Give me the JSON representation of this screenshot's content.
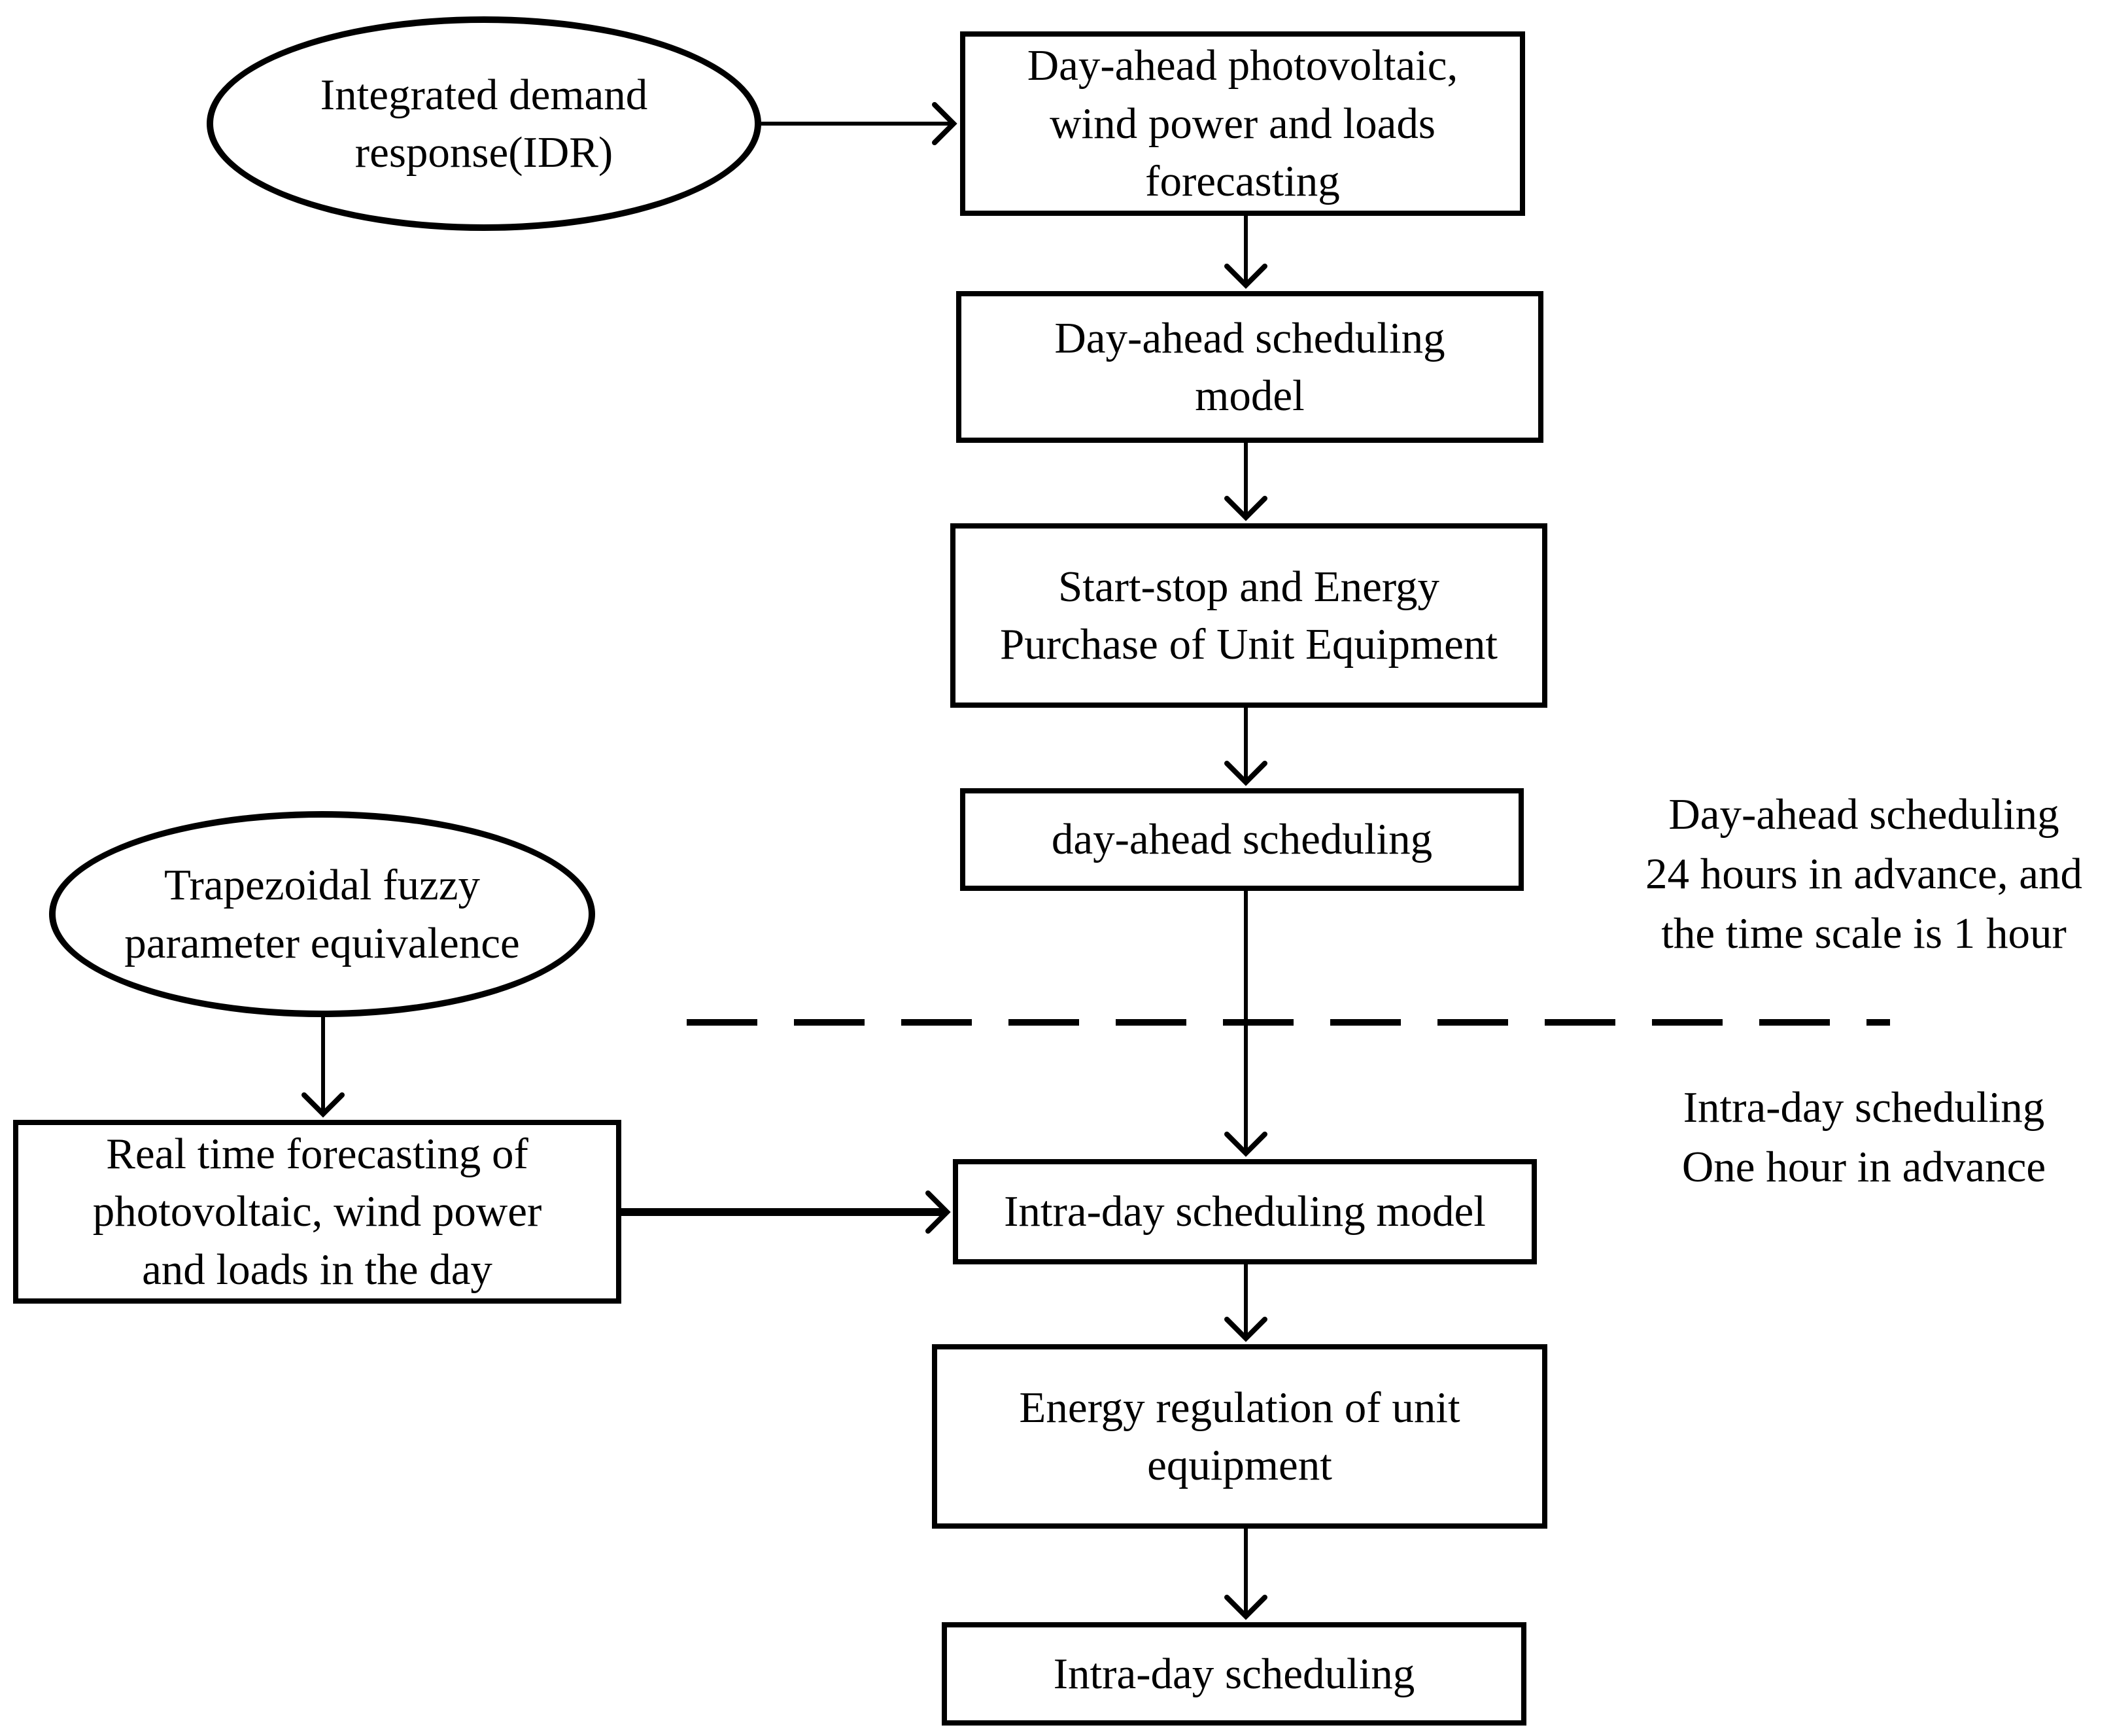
{
  "figure": {
    "type": "flowchart",
    "background_color": "#ffffff",
    "stroke_color": "#000000"
  },
  "nodes": {
    "idr": {
      "shape": "ellipse",
      "lines": [
        "Integrated demand",
        "response(IDR)"
      ]
    },
    "forecasting": {
      "shape": "rect",
      "lines": [
        "Day-ahead photovoltaic,",
        "wind power and loads",
        "forecasting"
      ]
    },
    "da_model": {
      "shape": "rect",
      "lines": [
        "Day-ahead scheduling",
        "model"
      ]
    },
    "startstop": {
      "shape": "rect",
      "lines": [
        "Start-stop and Energy",
        "Purchase of Unit Equipment"
      ]
    },
    "da_scheduling": {
      "shape": "rect",
      "lines": [
        "day-ahead scheduling"
      ]
    },
    "fuzzy": {
      "shape": "ellipse",
      "lines": [
        "Trapezoidal fuzzy",
        "parameter equivalence"
      ]
    },
    "rt_forecasting": {
      "shape": "rect",
      "lines": [
        "Real time forecasting of",
        "photovoltaic, wind power",
        "and loads in the day"
      ]
    },
    "intra_model": {
      "shape": "rect",
      "lines": [
        "Intra-day scheduling model"
      ]
    },
    "energy_reg": {
      "shape": "rect",
      "lines": [
        "Energy regulation of unit",
        "equipment"
      ]
    },
    "intra_scheduling": {
      "shape": "rect",
      "lines": [
        "Intra-day scheduling"
      ]
    }
  },
  "annotations": {
    "day_ahead_note": {
      "lines": [
        "Day-ahead scheduling",
        "24 hours in advance, and",
        "the time scale is 1 hour"
      ]
    },
    "intra_day_note": {
      "lines": [
        "Intra-day scheduling",
        "One hour in advance"
      ]
    }
  }
}
